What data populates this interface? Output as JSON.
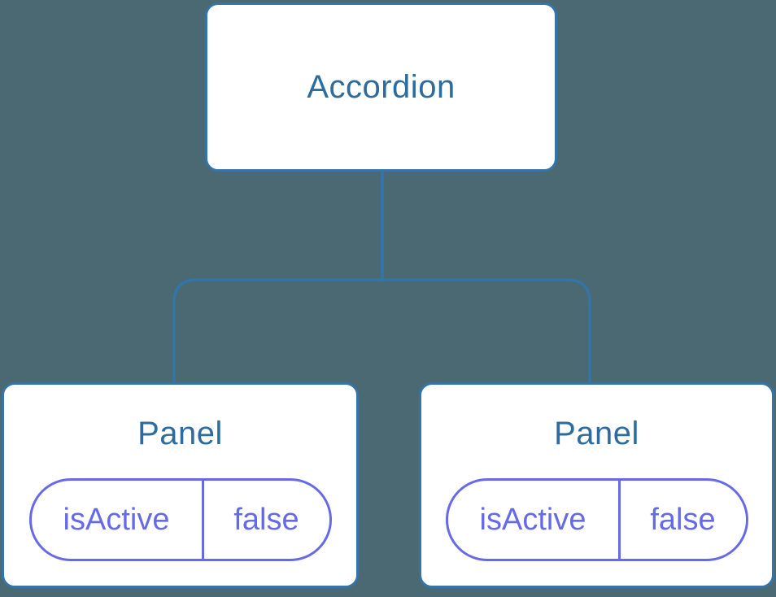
{
  "colors": {
    "background": "#4B6972",
    "node_fill": "#FFFFFF",
    "node_border": "#3474A6",
    "node_text": "#2D6C9E",
    "connector": "#3474A6",
    "state_accent": "#666AE8"
  },
  "nodes": {
    "root": {
      "label": "Accordion"
    },
    "children": [
      {
        "label": "Panel",
        "state": {
          "name": "isActive",
          "value": "false"
        }
      },
      {
        "label": "Panel",
        "state": {
          "name": "isActive",
          "value": "false"
        }
      }
    ]
  }
}
